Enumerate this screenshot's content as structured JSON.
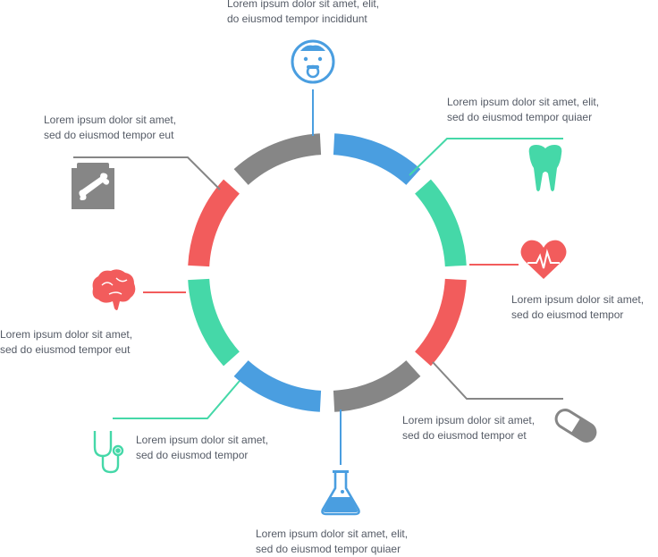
{
  "colors": {
    "blue": "#4a9ee0",
    "green": "#45d8a8",
    "red": "#f25c5c",
    "gray": "#868686",
    "text": "#555b66"
  },
  "segments": [
    {
      "id": "baby",
      "icon": "baby-pacifier-icon",
      "color": "#4a9ee0",
      "line1": "Lorem ipsum dolor sit amet, elit,",
      "line2": "do eiusmod tempor incididunt"
    },
    {
      "id": "tooth",
      "icon": "tooth-icon",
      "color": "#45d8a8",
      "line1": "Lorem ipsum dolor sit amet, elit,",
      "line2": "sed do eiusmod tempor quiaer"
    },
    {
      "id": "heart",
      "icon": "heart-pulse-icon",
      "color": "#f25c5c",
      "line1": "Lorem ipsum dolor sit amet,",
      "line2": "sed do eiusmod tempor"
    },
    {
      "id": "pill",
      "icon": "pill-capsule-icon",
      "color": "#868686",
      "line1": "Lorem ipsum dolor sit amet,",
      "line2": "sed do eiusmod tempor et"
    },
    {
      "id": "flask",
      "icon": "flask-icon",
      "color": "#4a9ee0",
      "line1": "Lorem ipsum dolor sit amet, elit,",
      "line2": "sed do eiusmod tempor quiaer"
    },
    {
      "id": "stethoscope",
      "icon": "stethoscope-icon",
      "color": "#45d8a8",
      "line1": "Lorem ipsum dolor sit amet,",
      "line2": "sed do eiusmod tempor"
    },
    {
      "id": "brain",
      "icon": "brain-icon",
      "color": "#f25c5c",
      "line1": "Lorem ipsum dolor sit amet,",
      "line2": "sed do eiusmod tempor eut"
    },
    {
      "id": "xray",
      "icon": "bone-xray-icon",
      "color": "#868686",
      "line1": "Lorem ipsum dolor sit amet,",
      "line2": "sed do eiusmod tempor eut"
    }
  ]
}
